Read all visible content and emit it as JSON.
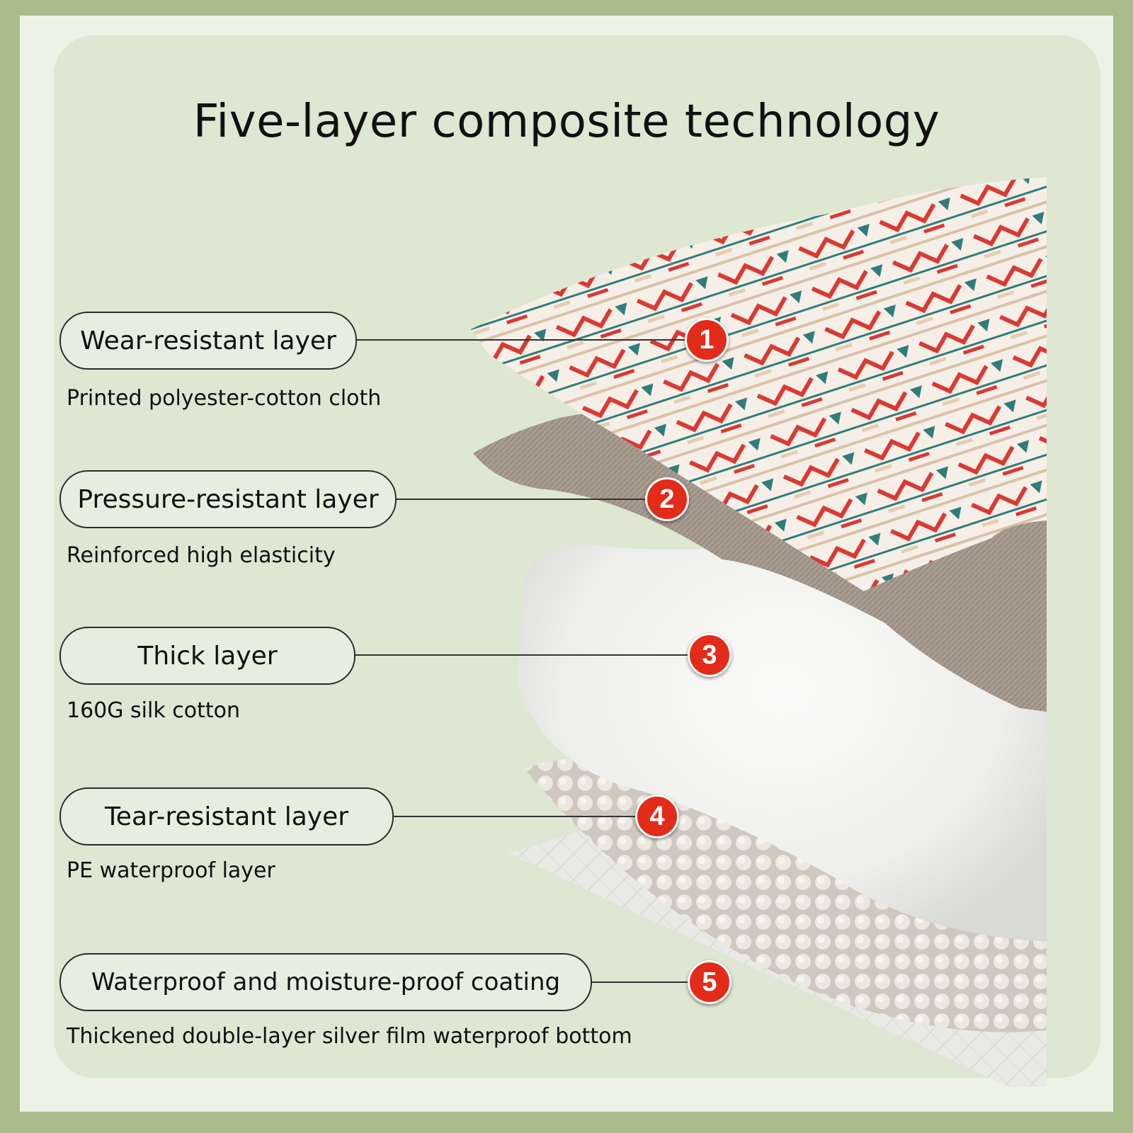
{
  "title": "Five-layer composite technology",
  "layers": [
    {
      "number": "1",
      "name": "Wear-resistant layer",
      "description": "Printed polyester-cotton cloth"
    },
    {
      "number": "2",
      "name": "Pressure-resistant layer",
      "description": "Reinforced high elasticity"
    },
    {
      "number": "3",
      "name": "Thick layer",
      "description": "160G silk cotton"
    },
    {
      "number": "4",
      "name": "Tear-resistant layer",
      "description": "PE waterproof layer"
    },
    {
      "number": "5",
      "name": "Waterproof and moisture-proof coating",
      "description": "Thickened double-layer silver film waterproof bottom"
    }
  ],
  "colors": {
    "frame": "#a8bc8c",
    "panel": "#dde7d2",
    "badge": "#e32b1a"
  }
}
